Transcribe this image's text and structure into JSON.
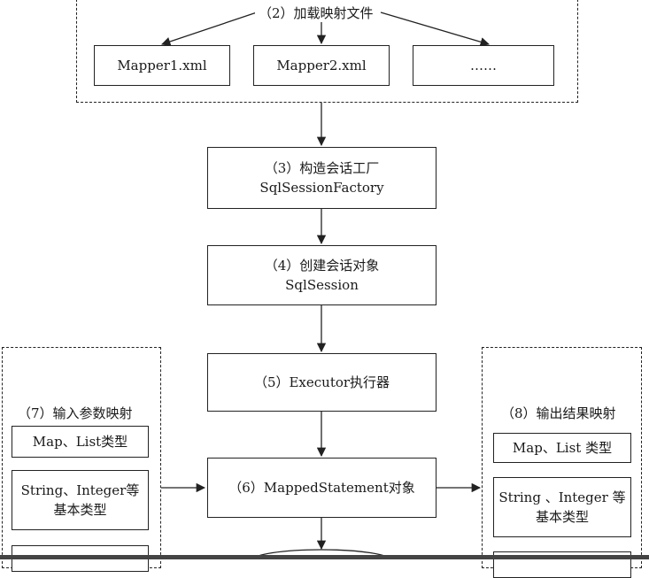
{
  "load_mapping": {
    "title": "（2）加载映射文件",
    "files": [
      "Mapper1.xml",
      "Mapper2.xml",
      "……"
    ]
  },
  "factory": {
    "line1": "（3）构造会话工厂",
    "line2": "SqlSessionFactory"
  },
  "session": {
    "line1": "（4）创建会话对象",
    "line2": "SqlSession"
  },
  "executor": {
    "label": "（5）Executor执行器"
  },
  "mapped_statement": {
    "label": "（6）MappedStatement对象"
  },
  "input_mapping": {
    "title": "（7）输入参数映射",
    "item1": "Map、List类型",
    "item2_line1": "String、Integer等",
    "item2_line2": "基本类型"
  },
  "output_mapping": {
    "title": "（8）输出结果映射",
    "item1": "Map、List 类型",
    "item2_line1": "String 、Integer 等",
    "item2_line2": "基本类型"
  }
}
